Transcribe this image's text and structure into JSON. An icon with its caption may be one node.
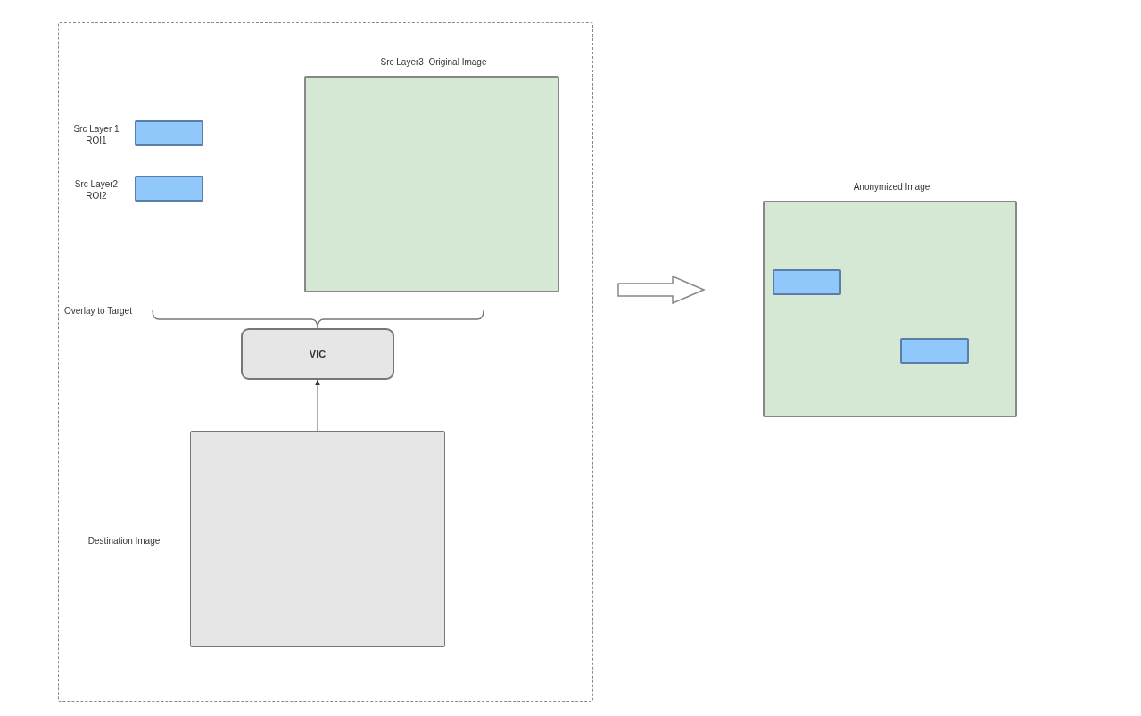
{
  "diagram": {
    "nodes": [
      {
        "text": [],
        "shape": "box"
      },
      {
        "text": [],
        "shape": "box",
        "in": 0,
        "beside": [
          "Src Layer 1 ROI1"
        ]
      },
      {
        "text": [],
        "shape": "box",
        "in": 0,
        "beside": [
          "Src Layer2 ROI2"
        ]
      },
      {
        "text": [
          "Src Layer3  Original Image"
        ],
        "in": 0
      },
      {
        "text": [
          "VIC"
        ],
        "in": 0
      },
      {
        "text": [],
        "shape": "box",
        "in": 0,
        "beside": [
          "Destination Image"
        ]
      },
      {
        "text": [
          "Anonymized Image"
        ]
      },
      {
        "text": [],
        "shape": "box",
        "in": 6
      },
      {
        "text": [],
        "shape": "box",
        "in": 6
      }
    ],
    "edges": [
      {
        "from": 5,
        "to": 4,
        "arrow": "to"
      },
      {
        "from": 0,
        "to": 6,
        "arrow": "to",
        "style": "thick"
      }
    ],
    "labels": [
      "Overlay to Target"
    ]
  }
}
